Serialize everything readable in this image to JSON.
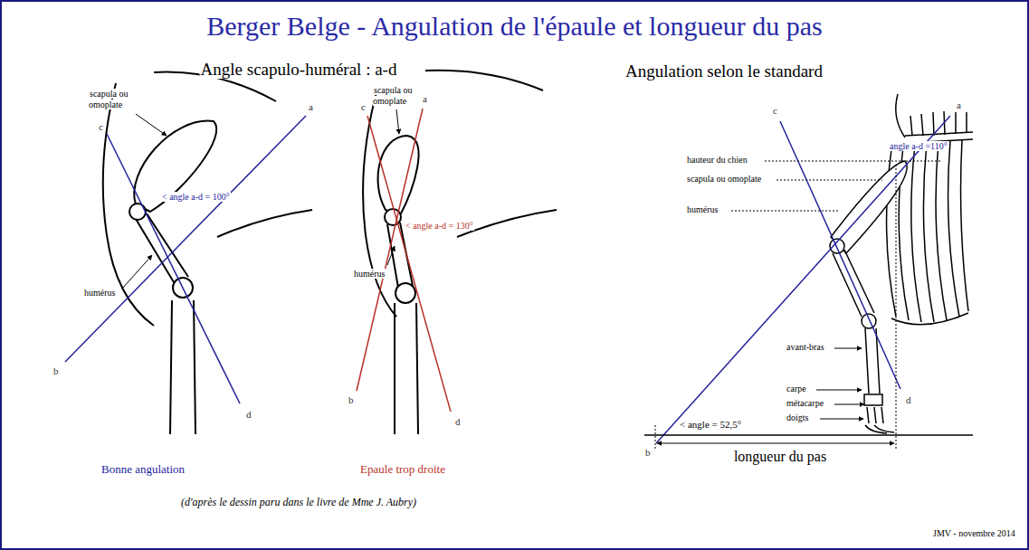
{
  "diagram": {
    "title": "Berger Belge - Angulation de l'épaule et longueur du pas",
    "caption": "(d'après le dessin paru dans le livre de Mme J. Aubry)",
    "labels": [
      "Angle scapulo-huméral : a-d",
      "Angulation selon le standard",
      "a",
      "c",
      "scapula ou omoplate",
      "< angle a-d = 100°",
      "humérus",
      "b",
      "d",
      "Bonne angulation",
      "c",
      "a",
      "scapula ou omoplate",
      "< angle a-d = 130°",
      "humérus",
      "b",
      "d",
      "Epaule trop droite",
      "c",
      "a",
      "hauteur du chien",
      "scapula ou omoplate",
      "humérus",
      "angle a-d =110°",
      "avant-bras",
      "d",
      "carpe",
      "métacarpe",
      "doigts",
      "< angle = 52,5°",
      "b",
      "longueur du pas",
      "JMV - novembre 2014"
    ]
  }
}
